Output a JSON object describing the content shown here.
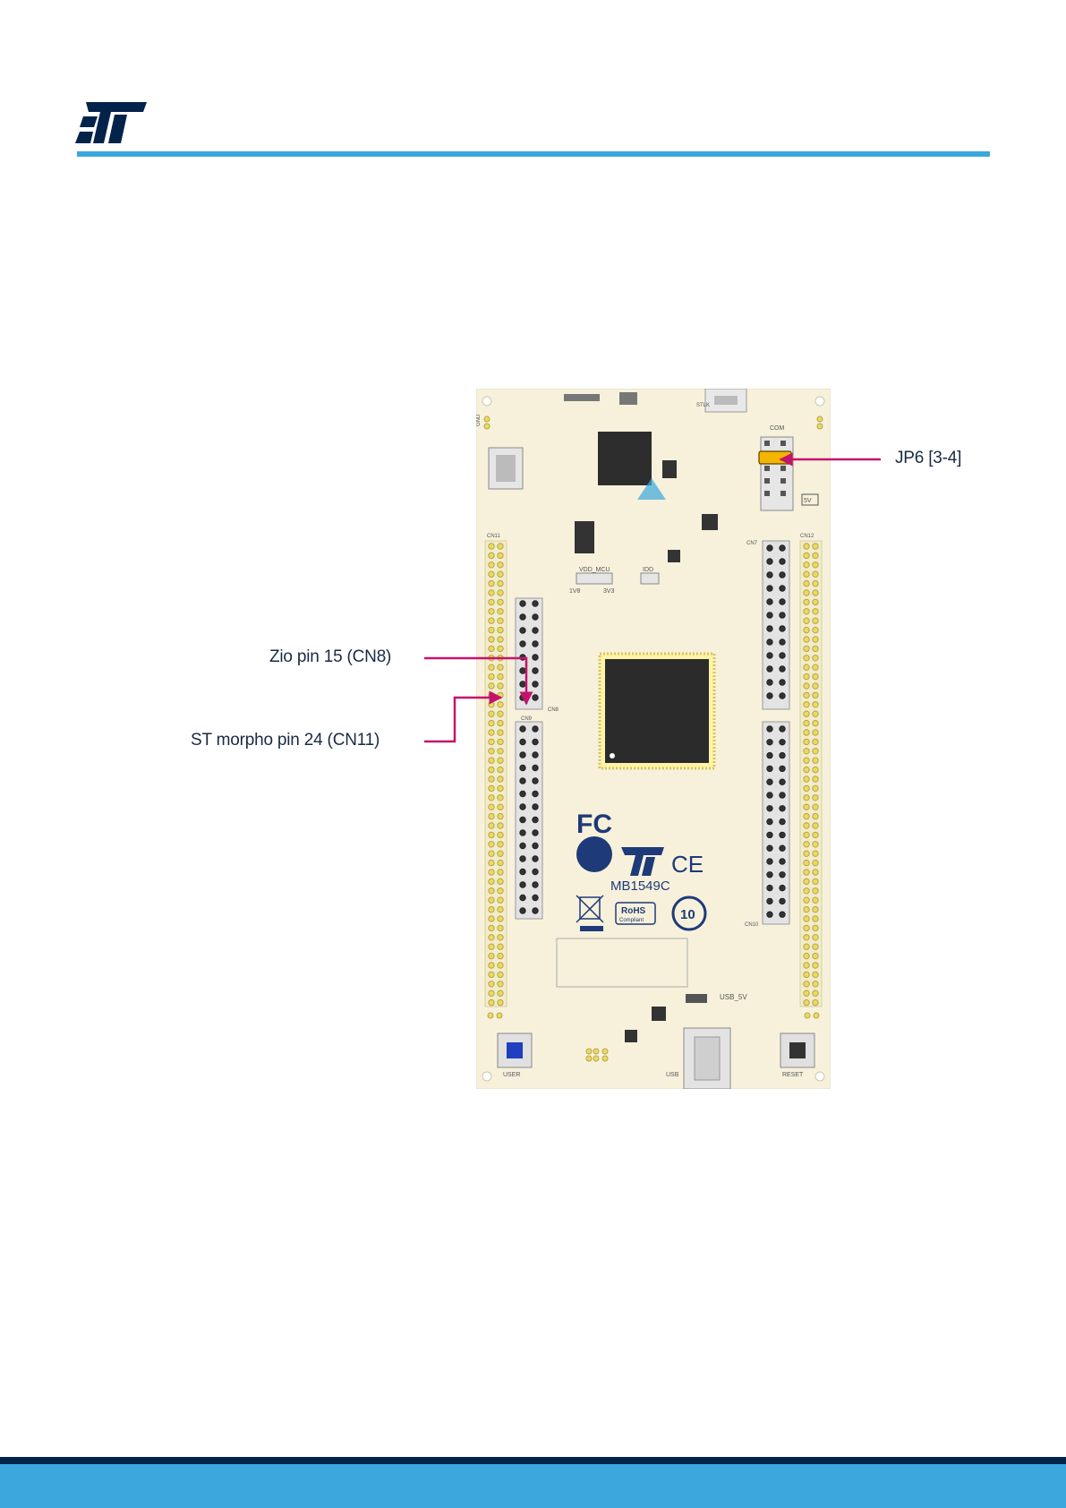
{
  "callouts": {
    "jp6": "JP6 [3-4]",
    "zio_pin": "Zio pin 15 (CN8)",
    "morpho_pin": "ST morpho pin 24 (CN11)"
  },
  "board": {
    "model": "MB1549C",
    "labels": {
      "usb_5v": "USB_5V",
      "user": "USER",
      "reset": "RESET",
      "usb": "USB",
      "gnd": "GND",
      "stlk": "STLK",
      "com": "COM",
      "vdd_mcu": "VDD_MCU",
      "v1v8": "1V8",
      "v3v3": "3V3",
      "idd": "IDD",
      "v5v": "5V",
      "cn11": "CN11",
      "cn12": "CN12",
      "cn7": "CN7",
      "cn8": "CN8",
      "cn9": "CN9",
      "cn10": "CN10",
      "rohs": "RoHS",
      "compliant": "Compliant",
      "fc": "FC",
      "ce": "CE",
      "ten": "10"
    }
  },
  "colors": {
    "st_blue": "#3aa8dd",
    "st_navy": "#03234b",
    "callout_line": "#c4136b",
    "jumper_highlight": "#f4b400",
    "pcb": "#f7f1dc",
    "header_pin": "#e9d96a"
  }
}
